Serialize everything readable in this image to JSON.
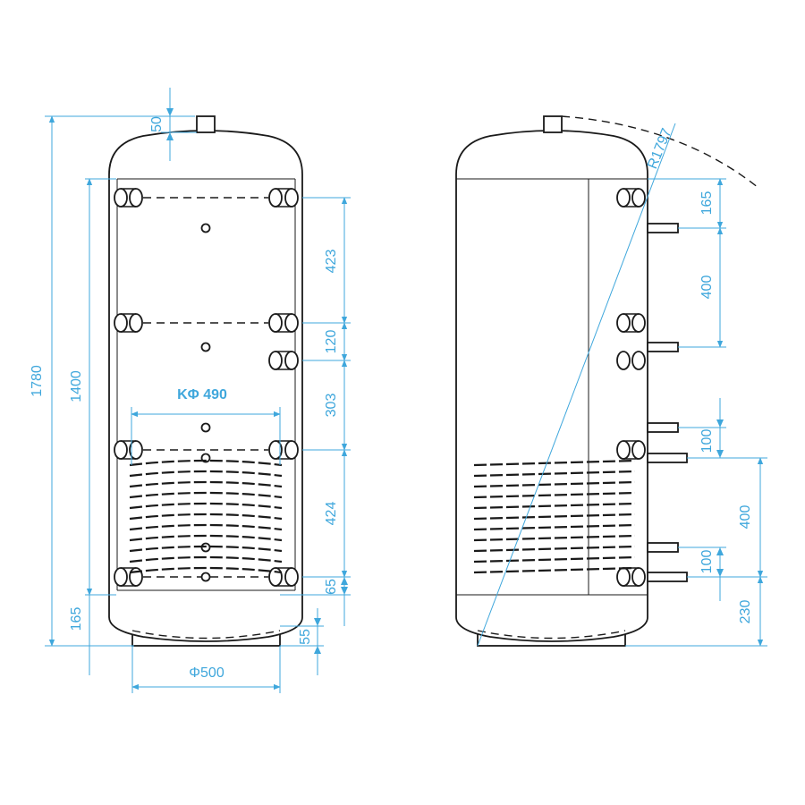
{
  "dims": {
    "d50": "50",
    "d1780": "1780",
    "d1400": "1400",
    "d165": "165",
    "d423": "423",
    "d120": "120",
    "d303": "303",
    "d424": "424",
    "d65": "65",
    "d55": "55",
    "dia500": "Φ500",
    "k490": "KΦ 490",
    "r1797": "R1797",
    "r165": "165",
    "r400a": "400",
    "r100a": "100",
    "r400b": "400",
    "r100b": "100",
    "r230": "230"
  },
  "colors": {
    "dimension": "#3fa7dc",
    "outline": "#1a1a1a",
    "background": "#ffffff"
  }
}
